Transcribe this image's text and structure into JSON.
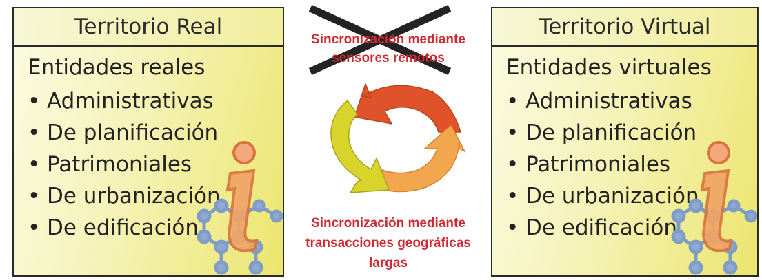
{
  "left_panel": {
    "title": "Territorio Real",
    "heading": "Entidades reales",
    "items": [
      "Administrativas",
      "De planificación",
      "Patrimoniales",
      "De urbanización",
      "De edificación"
    ]
  },
  "right_panel": {
    "title": "Territorio Virtual",
    "heading": "Entidades virtuales",
    "items": [
      "Administrativas",
      "De planificación",
      "Patrimoniales",
      "De urbanización",
      "De edificación"
    ]
  },
  "center": {
    "top_text_line1": "Sincronización mediante",
    "top_text_line2": "sensores remotos",
    "bottom_text_line1": "Sincronización mediante",
    "bottom_text_line2": "transacciones geográficas",
    "bottom_text_line3": "largas"
  },
  "icons": [
    "info-figure-icon",
    "molecule-network-icon",
    "cycle-arrows-icon",
    "cross-out-icon"
  ],
  "colors": {
    "panel_yellow": "#ece56e",
    "text_red": "#cf2a31",
    "arrow_red": "#e0522a",
    "arrow_orange": "#f2a74e",
    "arrow_yellow": "#d9d42c"
  }
}
